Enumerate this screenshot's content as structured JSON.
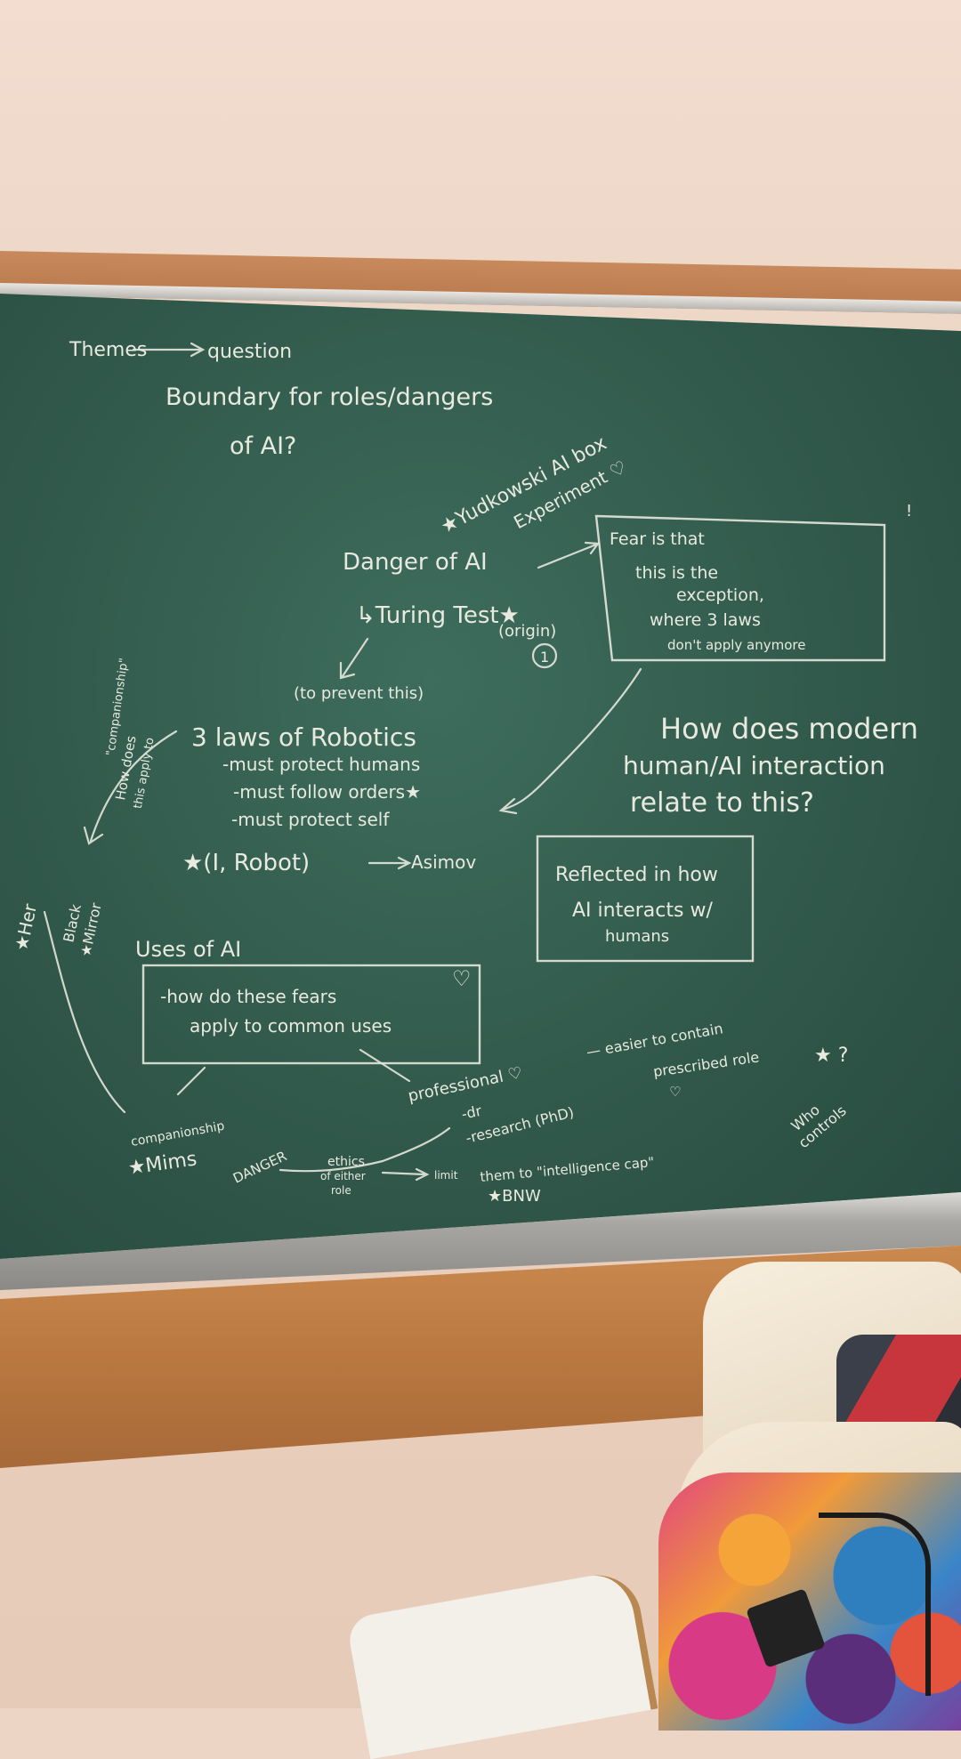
{
  "board": {
    "themes": "Themes",
    "question": "question",
    "main_question_line1": "Boundary for roles/dangers",
    "main_question_line2": "of AI?",
    "yudkowski_line1": "★Yudkowski AI box",
    "yudkowski_line2": "Experiment ♡",
    "danger": "Danger of AI",
    "turing": "↳Turing Test★",
    "origin": "(origin)",
    "origin_num": "1",
    "fear_line1": "Fear is that",
    "fear_line2": "this is the",
    "fear_line3": "exception,",
    "fear_line4": "where 3 laws",
    "fear_line5": "don't apply anymore",
    "prevent": "(to prevent this)",
    "laws_title": "3 laws of Robotics",
    "law1": "-must protect humans",
    "law2": "-must follow orders★",
    "law3": "-must protect self",
    "i_robot": "★(I, Robot)",
    "asimov": "Asimov",
    "modern_line1": "How does modern",
    "modern_line2": "human/AI interaction",
    "modern_line3": "relate to this?",
    "reflected_line1": "Reflected in how",
    "reflected_line2": "AI interacts w/",
    "reflected_line3": "humans",
    "how_does_line1": "How does",
    "how_does_line2": "this apply to",
    "companionship": "\"companionship\"",
    "her": "★Her",
    "black_mirror_line1": "Black",
    "black_mirror_line2": "★Mirror",
    "uses_title": "Uses of AI",
    "uses_line1": "-how do these fears",
    "uses_line2": "apply to common uses",
    "heart": "♡",
    "professional": "professional ♡",
    "dr": "-dr",
    "research": "-research (PhD)",
    "easier": "— easier to contain",
    "prescribed": "prescribed role",
    "prescribed_heart": "♡",
    "who_controls_line1": "Who",
    "who_controls_line2": "controls",
    "star_q": "★ ?",
    "companionship2": "companionship",
    "mims": "★Mims",
    "danger2": "DANGER",
    "ethics_line1": "ethics",
    "ethics_line2": "of either",
    "ethics_line3": "role",
    "limit": "limit",
    "intelligence": "them to \"intelligence cap\"",
    "bnw": "★BNW"
  }
}
